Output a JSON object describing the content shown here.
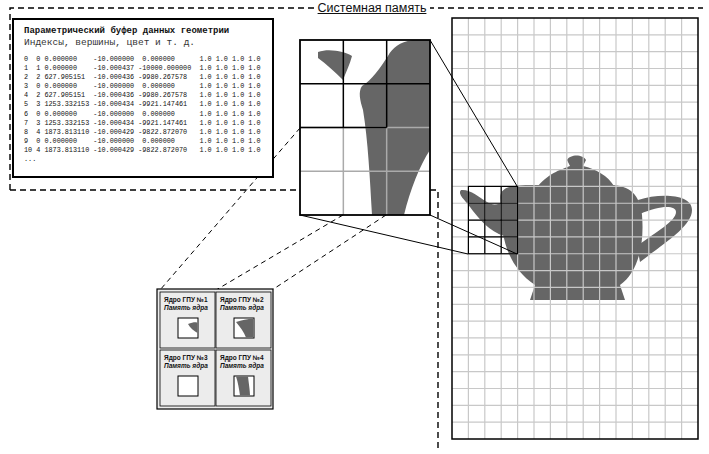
{
  "diagram": {
    "nodes": [
      {
        "text": [
          "Параметрический буфер данных геометрии",
          "Индексы, вершины, цвет и т. д.",
          "0  0 0.000000    -10.000000  0.000000      1.0 1.0 1.0 1.0",
          "1  1 0.000000    -10.000437 -10000.000000  1.0 1.0 1.0 1.0",
          "2  2 627.905151  -10.000436 -9980.267578   1.0 1.0 1.0 1.0",
          "3  0 0.000000    -10.000000  0.000000      1.0 1.0 1.0 1.0",
          "4  2 627.905151  -10.000436 -9980.267578   1.0 1.0 1.0 1.0",
          "5  3 1253.332153 -10.000434 -9921.147461   1.0 1.0 1.0 1.0",
          "6  0 0.000000    -10.000000  0.000000      1.0 1.0 1.0 1.0",
          "7  3 1253.332153 -10.000434 -9921.147461   1.0 1.0 1.0 1.0",
          "8  4 1873.813110 -10.000429 -9822.872070   1.0 1.0 1.0 1.0",
          "9  0 0.000000    -10.000000  0.000000      1.0 1.0 1.0 1.0",
          "10 4 1873.813110 -10.000429 -9822.872070   1.0 1.0 1.0 1.0",
          "..."
        ]
      },
      {
        "text": [
          "Ядро ГПУ №1",
          "Память ядра"
        ]
      },
      {
        "text": [
          "Ядро ГПУ №2",
          "Память ядра"
        ]
      },
      {
        "text": [
          "Ядро ГПУ №3",
          "Память ядра"
        ]
      },
      {
        "text": [
          "Ядро ГПУ №4",
          "Память ядра"
        ]
      }
    ],
    "labels": [
      "Системная память"
    ]
  }
}
